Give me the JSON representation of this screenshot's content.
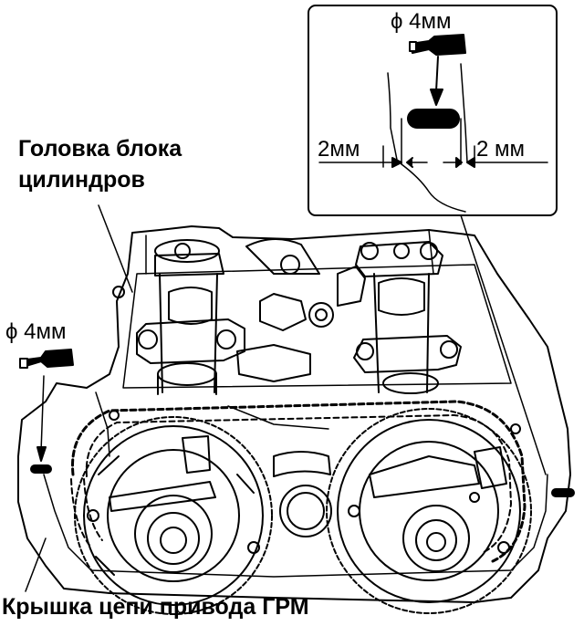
{
  "labels": {
    "cylinder_head_line1": "Головка блока",
    "cylinder_head_line2": "цилиндров",
    "timing_cover": "Крышка цепи  привода ГРМ"
  },
  "inset": {
    "bead_diameter": "ϕ 4мм",
    "gap_left": "2мм",
    "gap_right": "2 мм"
  },
  "left_callout": {
    "bead_diameter": "ϕ 4мм"
  },
  "colors": {
    "ink": "#000000",
    "paper": "#ffffff",
    "sealant_bead": "#000000"
  }
}
